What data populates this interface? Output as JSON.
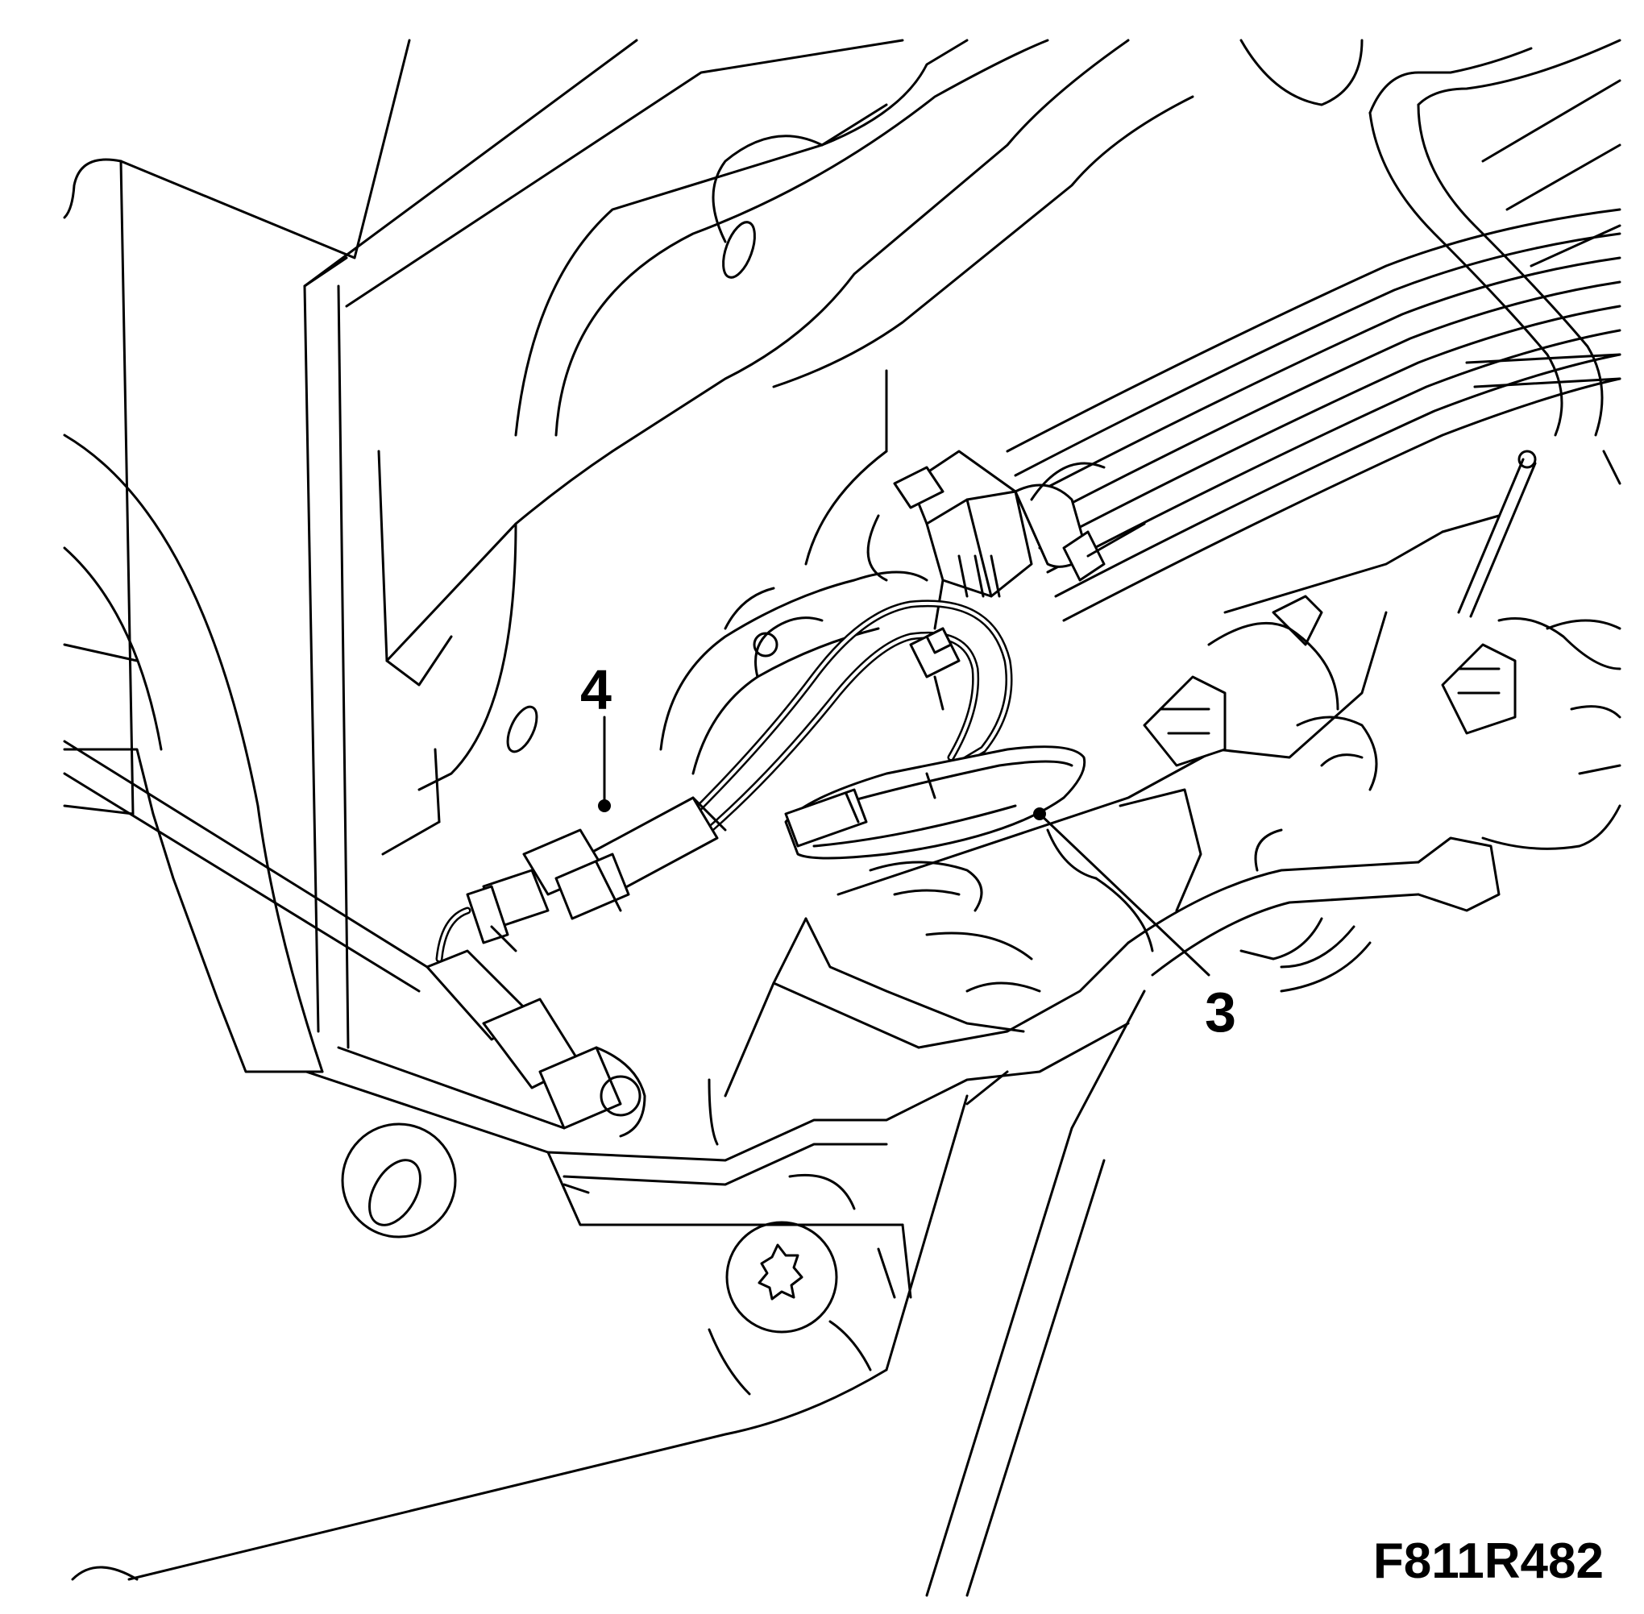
{
  "callouts": [
    {
      "id": "callout-4",
      "label": "4"
    },
    {
      "id": "callout-3",
      "label": "3"
    }
  ],
  "figure_code": "F811R482"
}
